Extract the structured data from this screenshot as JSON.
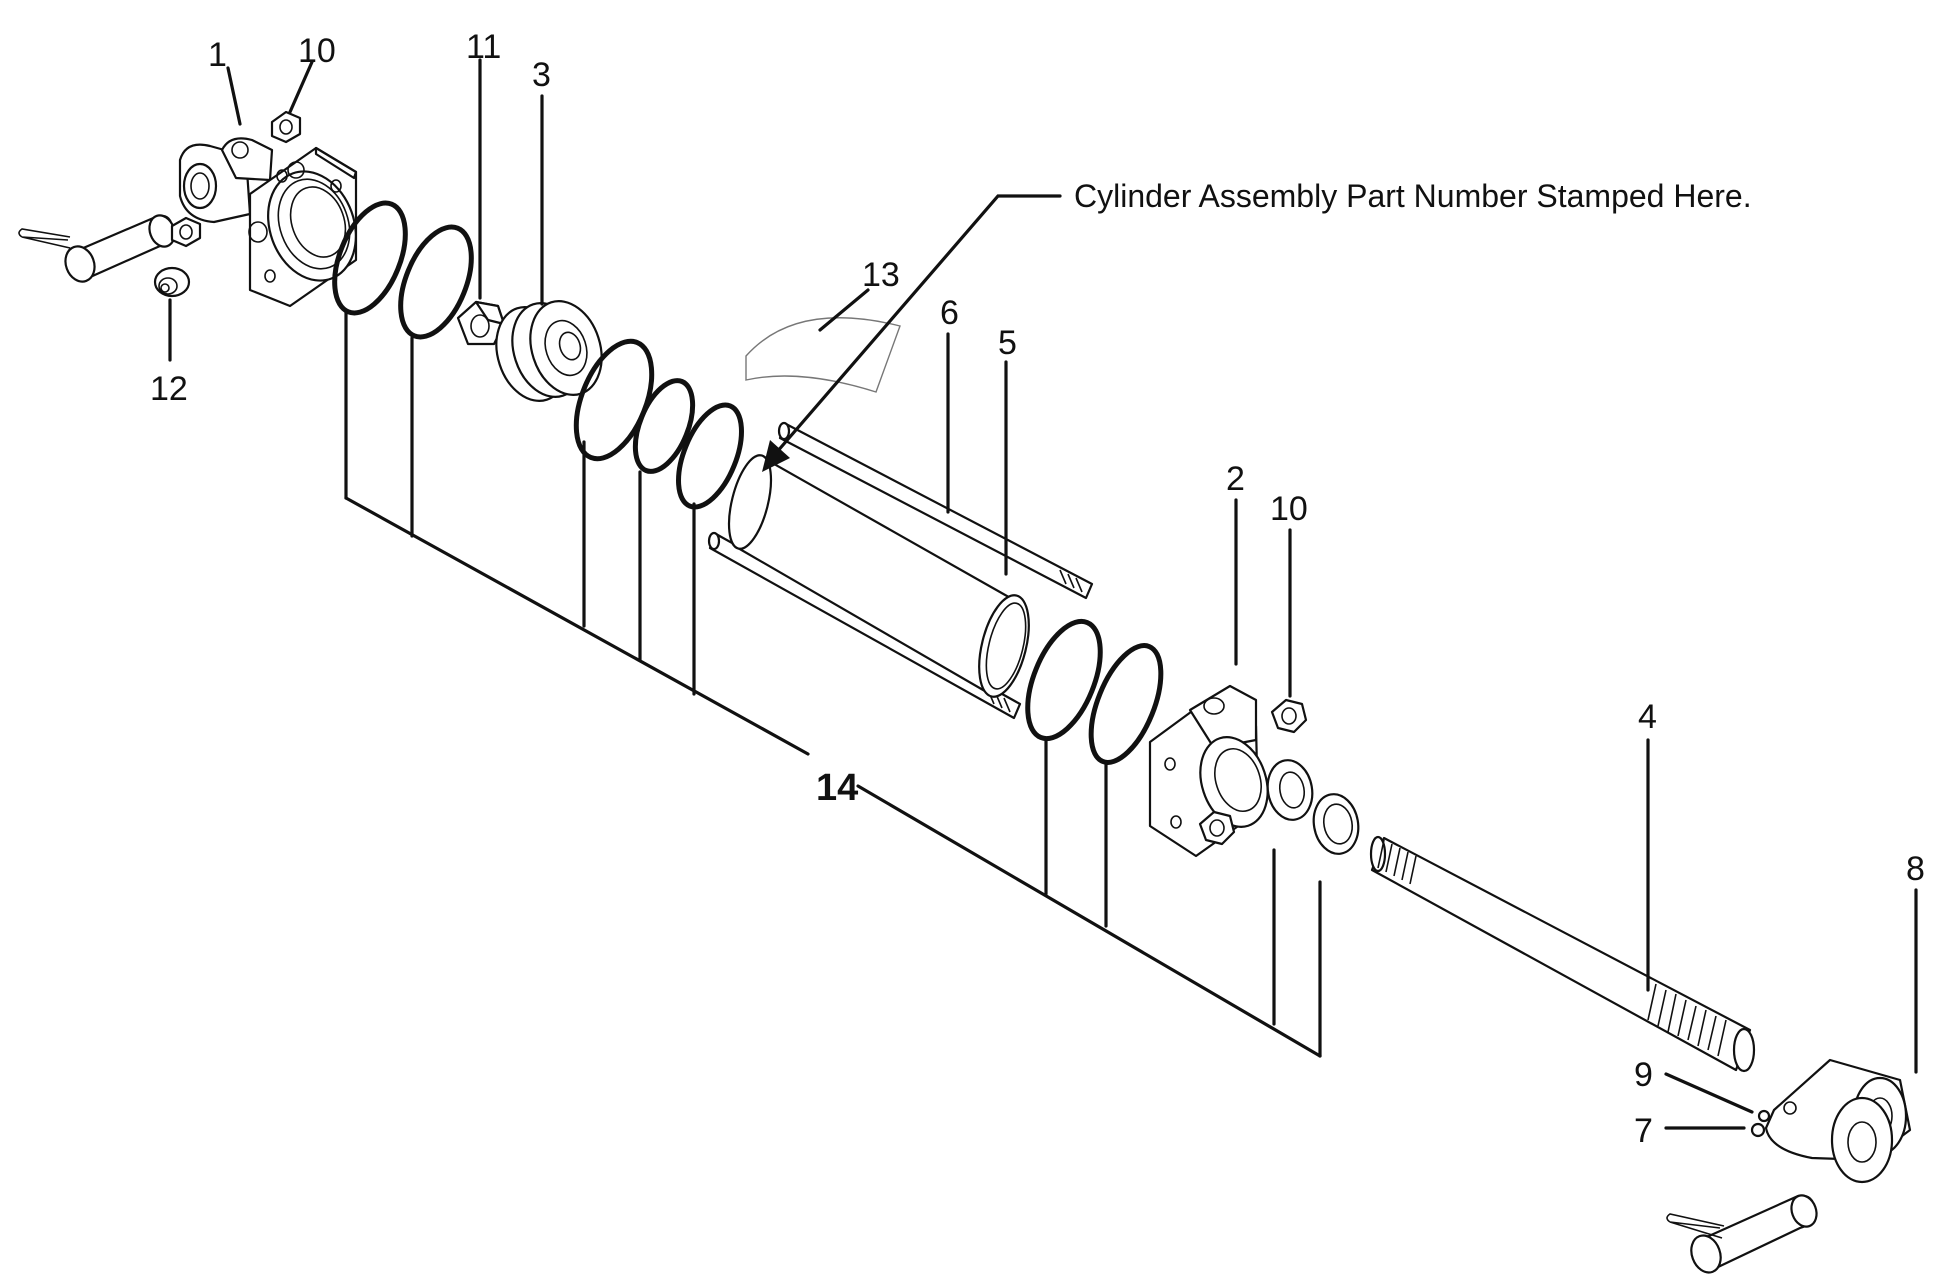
{
  "note": "Cylinder Assembly Part Number Stamped Here.",
  "callouts": {
    "c1": "1",
    "c2": "2",
    "c3": "3",
    "c4": "4",
    "c5": "5",
    "c6": "6",
    "c7": "7",
    "c8": "8",
    "c9": "9",
    "c10a": "10",
    "c10b": "10",
    "c11": "11",
    "c12": "12",
    "c13": "13",
    "c14": "14"
  }
}
